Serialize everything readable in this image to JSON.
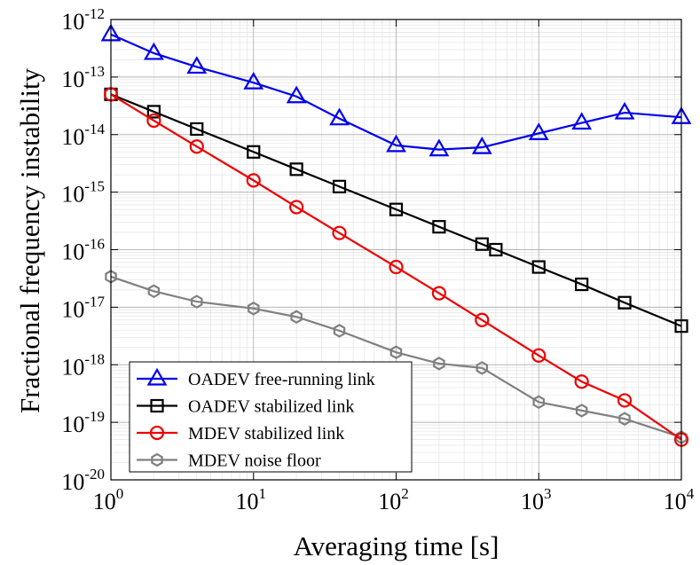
{
  "chart_data": {
    "type": "line",
    "xscale": "log",
    "yscale": "log",
    "xlim": [
      1,
      10000
    ],
    "ylim": [
      1e-20,
      1e-12
    ],
    "xlabel": "Averaging time [s]",
    "ylabel": "Fractional frequency instability",
    "grid": true,
    "legend_position": "bottom-left",
    "x_ticks": [
      {
        "value": 1,
        "base": "10",
        "exp": "0"
      },
      {
        "value": 10,
        "base": "10",
        "exp": "1"
      },
      {
        "value": 100,
        "base": "10",
        "exp": "2"
      },
      {
        "value": 1000,
        "base": "10",
        "exp": "3"
      },
      {
        "value": 10000,
        "base": "10",
        "exp": "4"
      }
    ],
    "y_ticks": [
      {
        "value": 1e-20,
        "base": "10",
        "exp": "-20"
      },
      {
        "value": 1e-19,
        "base": "10",
        "exp": "-19"
      },
      {
        "value": 1e-18,
        "base": "10",
        "exp": "-18"
      },
      {
        "value": 1e-17,
        "base": "10",
        "exp": "-17"
      },
      {
        "value": 1e-16,
        "base": "10",
        "exp": "-16"
      },
      {
        "value": 1e-15,
        "base": "10",
        "exp": "-15"
      },
      {
        "value": 1e-14,
        "base": "10",
        "exp": "-14"
      },
      {
        "value": 1e-13,
        "base": "10",
        "exp": "-13"
      },
      {
        "value": 1e-12,
        "base": "10",
        "exp": "-12"
      }
    ],
    "series": [
      {
        "name": "OADEV free-running link",
        "color": "#0000ee",
        "marker": "triangle",
        "x": [
          1,
          2,
          4,
          10,
          20,
          40,
          100,
          200,
          400,
          1000,
          2000,
          4000,
          10000
        ],
        "y": [
          5.5e-13,
          2.6e-13,
          1.5e-13,
          8e-14,
          4.6e-14,
          1.9e-14,
          6.5e-15,
          5.5e-15,
          6e-15,
          1.05e-14,
          1.6e-14,
          2.4e-14,
          2e-14
        ]
      },
      {
        "name": "OADEV stabilized link",
        "color": "#000000",
        "marker": "square",
        "x": [
          1,
          2,
          4,
          10,
          20,
          40,
          100,
          200,
          400,
          500,
          1000,
          2000,
          4000,
          10000
        ],
        "y": [
          5e-14,
          2.5e-14,
          1.25e-14,
          5e-15,
          2.5e-15,
          1.25e-15,
          5e-16,
          2.5e-16,
          1.25e-16,
          1e-16,
          5e-17,
          2.5e-17,
          1.2e-17,
          4.7e-18
        ]
      },
      {
        "name": "MDEV stabilized link",
        "color": "#ee0000",
        "marker": "circle",
        "x": [
          1,
          2,
          4,
          10,
          20,
          40,
          100,
          200,
          400,
          1000,
          2000,
          4000,
          10000
        ],
        "y": [
          5e-14,
          1.75e-14,
          6.2e-15,
          1.6e-15,
          5.5e-16,
          1.95e-16,
          5e-17,
          1.75e-17,
          6e-18,
          1.45e-18,
          5.1e-19,
          2.4e-19,
          5e-20
        ]
      },
      {
        "name": "MDEV noise floor",
        "color": "#808080",
        "marker": "hexagon",
        "x": [
          1,
          2,
          4,
          10,
          20,
          40,
          100,
          200,
          400,
          1000,
          2000,
          4000,
          10000
        ],
        "y": [
          3.4e-17,
          1.9e-17,
          1.25e-17,
          9.5e-18,
          6.8e-18,
          3.9e-18,
          1.65e-18,
          1.05e-18,
          8.8e-19,
          2.25e-19,
          1.6e-19,
          1.15e-19,
          5.5e-20
        ]
      }
    ]
  }
}
